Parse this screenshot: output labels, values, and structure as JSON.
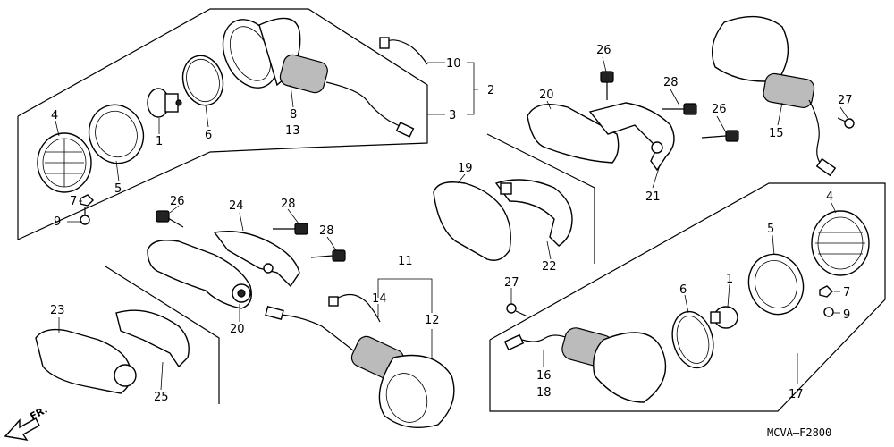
{
  "callouts": {
    "c1a": "1",
    "c2": "2",
    "c3": "3",
    "c4a": "4",
    "c5a": "5",
    "c6a": "6",
    "c7a": "7",
    "c8": "8",
    "c9a": "9",
    "c10": "10",
    "c11": "11",
    "c12": "12",
    "c13": "13",
    "c14": "14",
    "c15": "15",
    "c16": "16",
    "c17": "17",
    "c18": "18",
    "c19": "19",
    "c20a": "20",
    "c20b": "20",
    "c21": "21",
    "c22": "22",
    "c23": "23",
    "c24": "24",
    "c25": "25",
    "c26a": "26",
    "c26b": "26",
    "c26c": "26",
    "c27a": "27",
    "c27b": "27",
    "c28a": "28",
    "c28b": "28",
    "c28c": "28",
    "c1b": "1",
    "c4b": "4",
    "c5b": "5",
    "c6b": "6",
    "c7b": "7",
    "c9b": "9"
  },
  "diagram_code": "MCVA—F2800",
  "front_arrow_label": "FR.",
  "icons": {
    "front_arrow": "front-direction-arrow"
  }
}
